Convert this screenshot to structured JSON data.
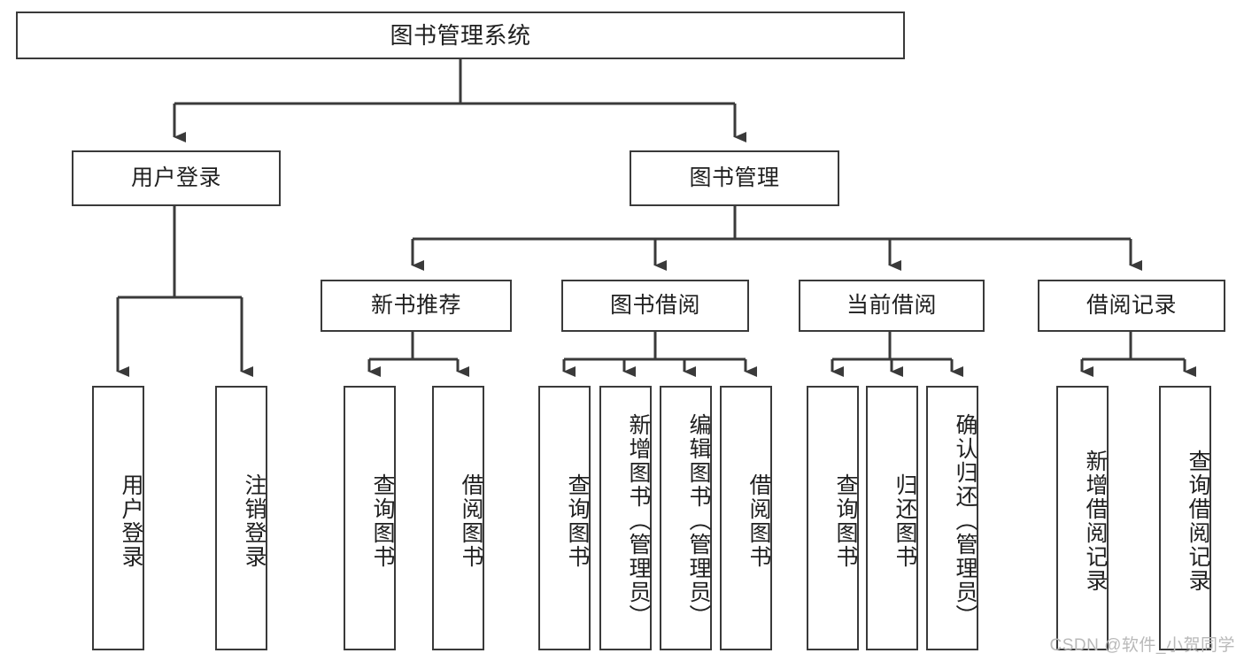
{
  "diagram": {
    "type": "tree",
    "title": "图书管理系统",
    "watermark": "CSDN @软件_小贺同学",
    "colors": {
      "box_border": "#3a3a3a",
      "box_fill": "#ffffff",
      "line": "#3a3a3a",
      "text": "#1f1f1f",
      "watermark": "#b9b9b9"
    },
    "nodes": {
      "root": {
        "label": "图书管理系统"
      },
      "level1": [
        {
          "label": "用户登录"
        },
        {
          "label": "图书管理"
        }
      ],
      "level2": [
        {
          "label": "新书推荐"
        },
        {
          "label": "图书借阅"
        },
        {
          "label": "当前借阅"
        },
        {
          "label": "借阅记录"
        }
      ],
      "leaves": {
        "user_login": [
          {
            "label": "用户登录"
          },
          {
            "label": "注销登录"
          }
        ],
        "new_book": [
          {
            "label": "查询图书"
          },
          {
            "label": "借阅图书"
          }
        ],
        "book_borrow": [
          {
            "label": "查询图书"
          },
          {
            "label": "新增图书（管理员）"
          },
          {
            "label": "编辑图书（管理员）"
          },
          {
            "label": "借阅图书"
          }
        ],
        "current_borrow": [
          {
            "label": "查询图书"
          },
          {
            "label": "归还图书"
          },
          {
            "label": "确认归还（管理员）"
          }
        ],
        "borrow_record": [
          {
            "label": "新增借阅记录"
          },
          {
            "label": "查询借阅记录"
          }
        ]
      }
    }
  }
}
